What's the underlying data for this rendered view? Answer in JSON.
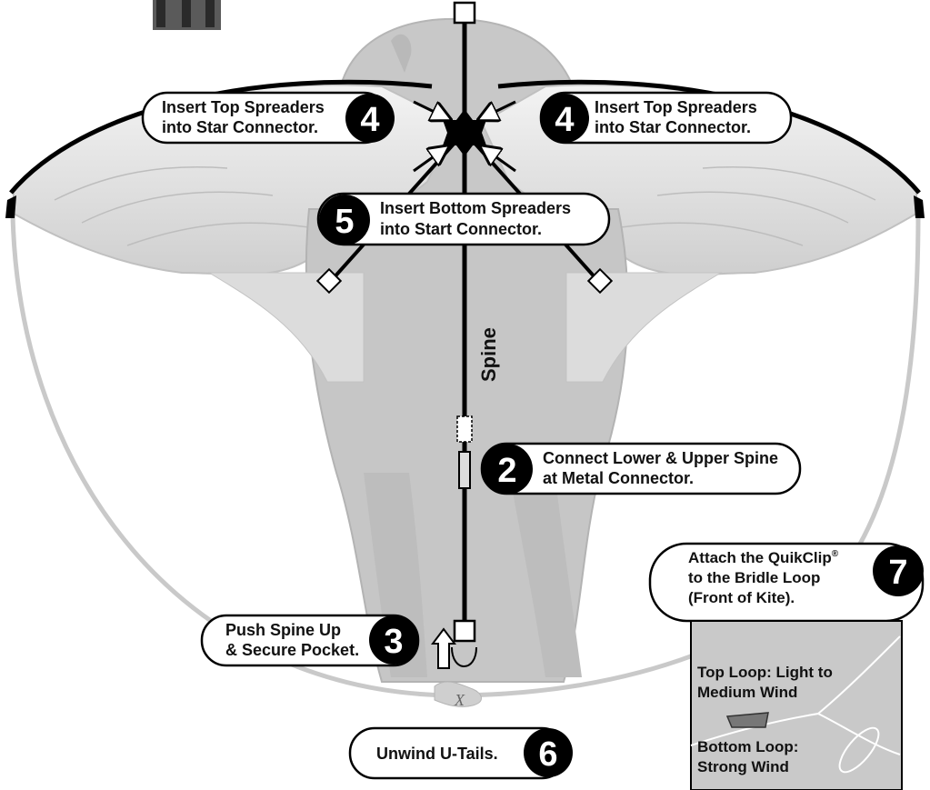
{
  "steps": {
    "s4_left": {
      "number": "4",
      "line1": "Insert Top Spreaders",
      "line2": "into Star Connector."
    },
    "s4_right": {
      "number": "4",
      "line1": "Insert Top Spreaders",
      "line2": "into Star Connector."
    },
    "s5": {
      "number": "5",
      "line1": "Insert Bottom Spreaders",
      "line2": "into Start Connector."
    },
    "s2": {
      "number": "2",
      "line1": "Connect Lower & Upper Spine",
      "line2": "at Metal Connector."
    },
    "s3": {
      "number": "3",
      "line1": "Push Spine Up",
      "line2": "& Secure Pocket."
    },
    "s6": {
      "number": "6",
      "line1": "Unwind U-Tails."
    },
    "s7": {
      "number": "7",
      "line1": "Attach the QuikClip",
      "reg": "®",
      "line2": "to the Bridle Loop",
      "line3": "(Front of Kite)."
    }
  },
  "spine_label": "Spine",
  "bridle": {
    "top_loop_line1": "Top Loop: Light to",
    "top_loop_line2": "Medium Wind",
    "bottom_loop_line1": "Bottom Loop:",
    "bottom_loop_line2": "Strong Wind"
  }
}
